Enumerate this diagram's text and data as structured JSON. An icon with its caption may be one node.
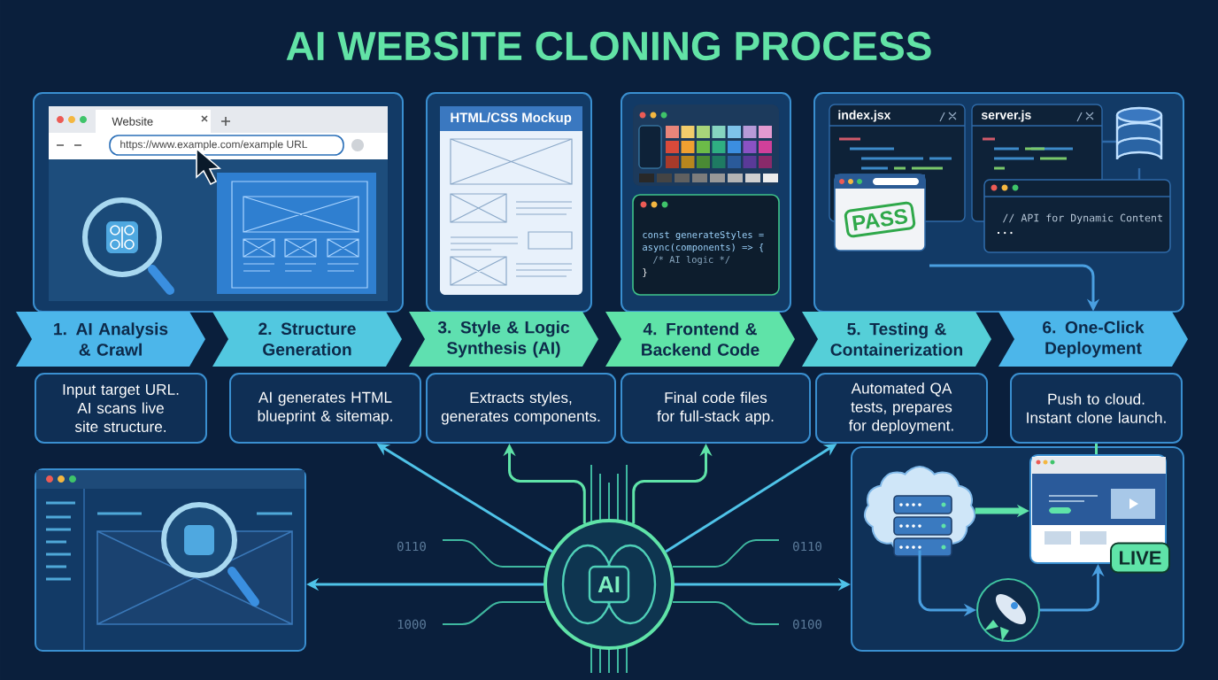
{
  "diagram": {
    "title": "AI WEBSITE CLONING PROCESS",
    "nodes": [
      {
        "text": [
          "1. AI Analysis & Crawl"
        ]
      },
      {
        "text": [
          "2. Structure Generation"
        ]
      },
      {
        "text": [
          "3. Style & Logic Synthesis (AI)"
        ]
      },
      {
        "text": [
          "4. Frontend & Backend Code"
        ]
      },
      {
        "text": [
          "5. Testing & Containerization"
        ]
      },
      {
        "text": [
          "6. One-Click Deployment"
        ]
      },
      {
        "text": [
          "Input target URL. AI scans live site structure."
        ]
      },
      {
        "text": [
          "AI generates HTML blueprint & sitemap."
        ]
      },
      {
        "text": [
          "Extracts styles, generates components."
        ]
      },
      {
        "text": [
          "Final code files for full-stack app."
        ]
      },
      {
        "text": [
          "Automated QA tests, prepares for deployment."
        ]
      },
      {
        "text": [
          "Push to cloud. Instant clone launch."
        ]
      },
      {
        "text": [
          "AI"
        ]
      },
      {
        "text": [],
        "shape": "picture"
      },
      {
        "text": [],
        "shape": "box"
      },
      {
        "text": [],
        "shape": "cloud",
        "in": 14
      },
      {
        "text": [],
        "shape": "picture",
        "in": 14
      },
      {
        "text": [
          "LIVE"
        ],
        "in": 14
      },
      {
        "text": [],
        "shape": "circle",
        "in": 14
      }
    ],
    "edges": [
      {
        "from": 12,
        "to": 7,
        "arrow": "to"
      },
      {
        "from": 12,
        "to": 8,
        "arrow": "to",
        "color": "#5fe3a8"
      },
      {
        "from": 12,
        "to": 9,
        "arrow": "to",
        "color": "#5fe3a8"
      },
      {
        "from": 12,
        "to": 10,
        "arrow": "to"
      },
      {
        "from": 12,
        "to": 13,
        "arrow": "to"
      },
      {
        "from": 12,
        "to": 14,
        "arrow": "to"
      },
      {
        "from": null,
        "to": 5,
        "arrow": "to",
        "color": "#4a9fe0"
      },
      {
        "from": 11,
        "to": 16,
        "arrow": "none",
        "color": "#5fe3a8"
      },
      {
        "from": 15,
        "to": 16,
        "arrow": "to",
        "style": "thick",
        "color": "#5fe3a8"
      },
      {
        "from": 15,
        "to": 18,
        "arrow": "to",
        "color": "#4a9fe0"
      },
      {
        "from": 18,
        "to": 16,
        "arrow": "to",
        "color": "#4a9fe0"
      }
    ],
    "labels": [
      "Website",
      "https://www.example.com/example URL",
      "HTML/CSS Mockup",
      "const generateStyles =",
      "async(components) => {",
      "/* AI logic */",
      "}",
      "index.jsx",
      "server.js",
      "PASS",
      "// API for Dynamic Content",
      "...",
      "0110",
      "1000",
      "0110",
      "0100"
    ]
  }
}
